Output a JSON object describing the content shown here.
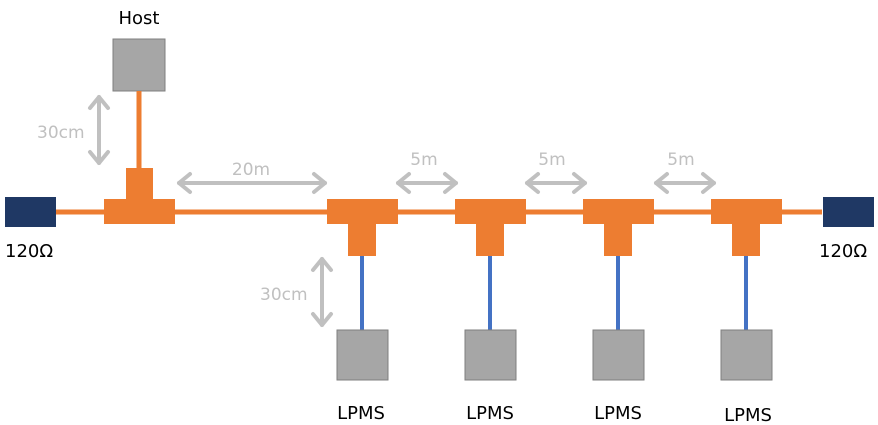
{
  "host": {
    "label": "Host"
  },
  "terminators": {
    "left_label": "120Ω",
    "right_label": "120Ω"
  },
  "dimensions": {
    "host_drop": "30cm",
    "backbone_first": "20m",
    "backbone_segments": [
      "5m",
      "5m",
      "5m"
    ],
    "device_drop": "30cm"
  },
  "devices": [
    {
      "label": "LPMS"
    },
    {
      "label": "LPMS"
    },
    {
      "label": "LPMS"
    },
    {
      "label": "LPMS"
    }
  ],
  "colors": {
    "bus": "#ED7D31",
    "stub": "#4472C4",
    "node": "#A6A6A6",
    "terminator": "#1F3864",
    "dimension": "#C0C0C0",
    "text": "#000000"
  }
}
